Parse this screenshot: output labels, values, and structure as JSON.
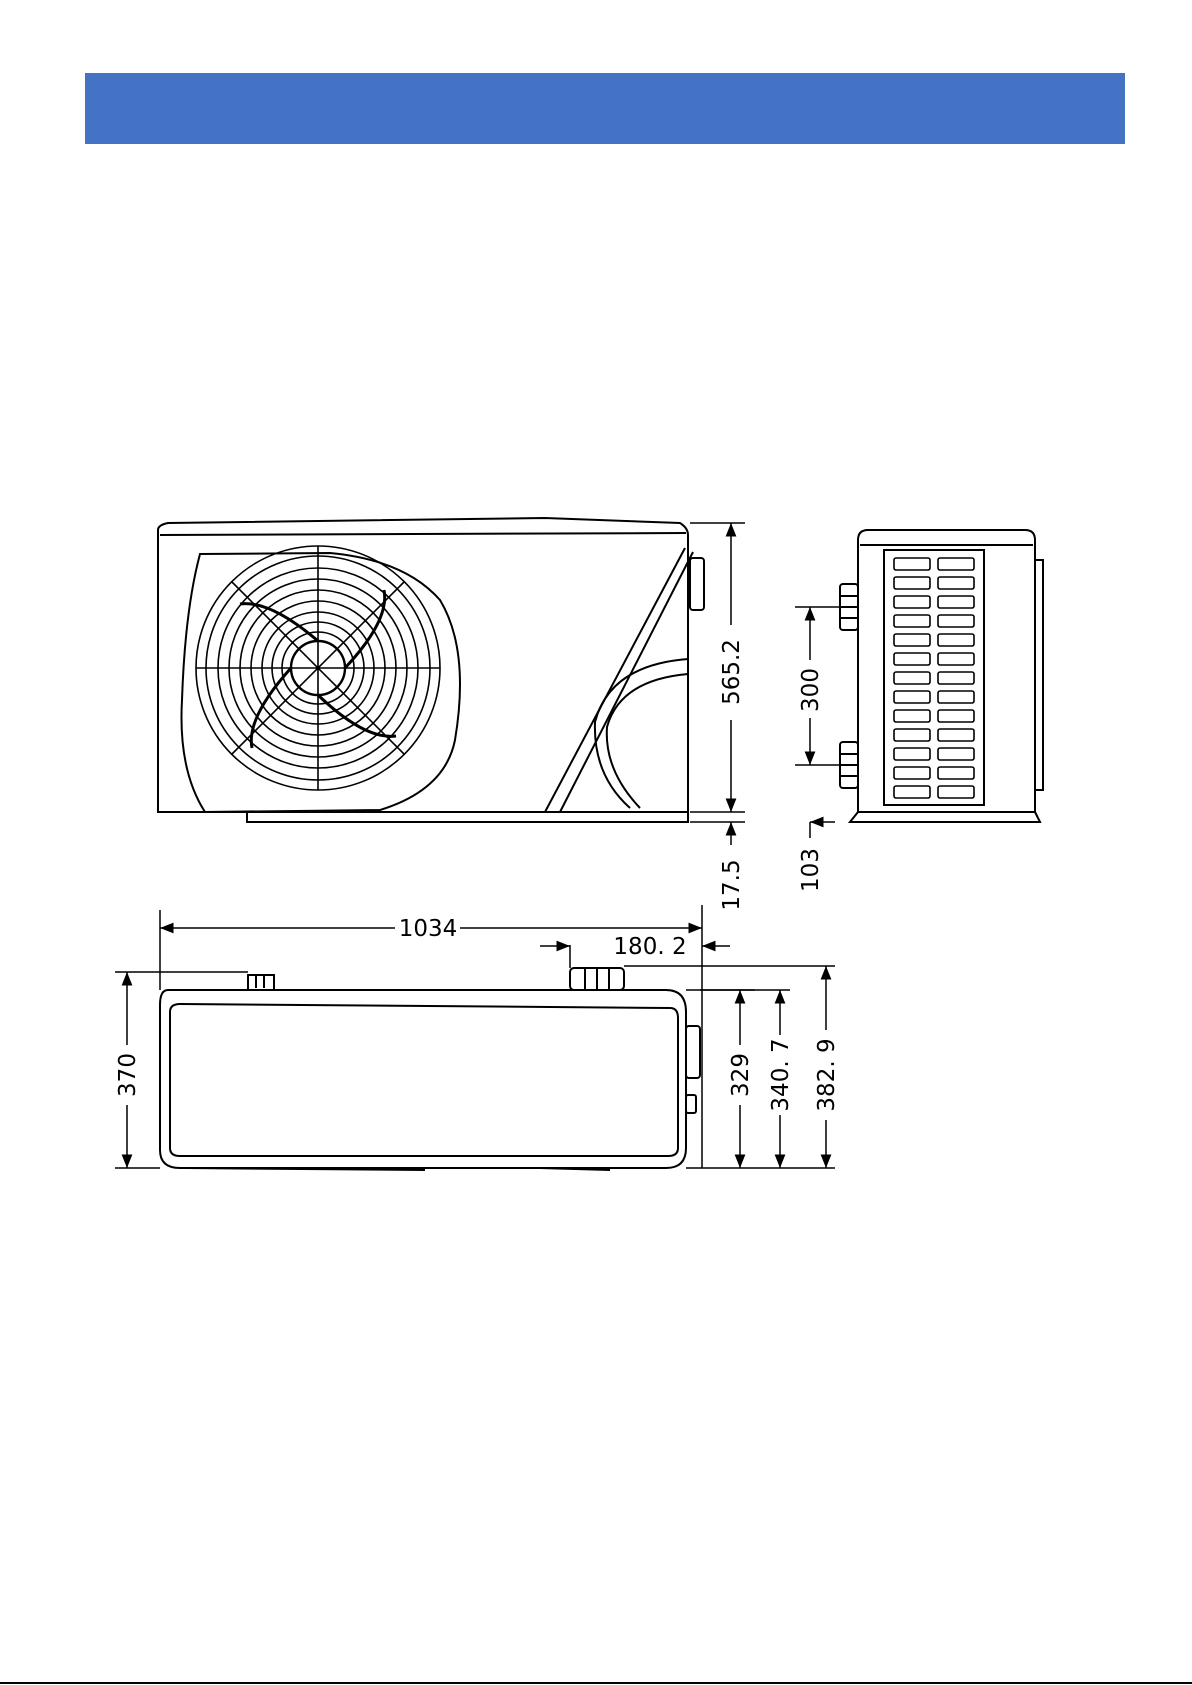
{
  "header": {
    "color": "#4472C4"
  },
  "front_view": {
    "icons": [
      "fan-grille-icon"
    ],
    "dimensions": {
      "height": "565.2",
      "base_height": "17.5"
    }
  },
  "side_view": {
    "icons": [
      "coil-fin-grid-icon",
      "water-connector-icon"
    ],
    "dimensions": {
      "connector_spacing": "300",
      "base_offset": "103"
    }
  },
  "top_view": {
    "dimensions": {
      "width": "1034",
      "connector_offset": "180. 2",
      "depth": "370",
      "body_depth": "329",
      "depth_with_handle": "340. 7",
      "overall_depth": "382. 9"
    }
  }
}
